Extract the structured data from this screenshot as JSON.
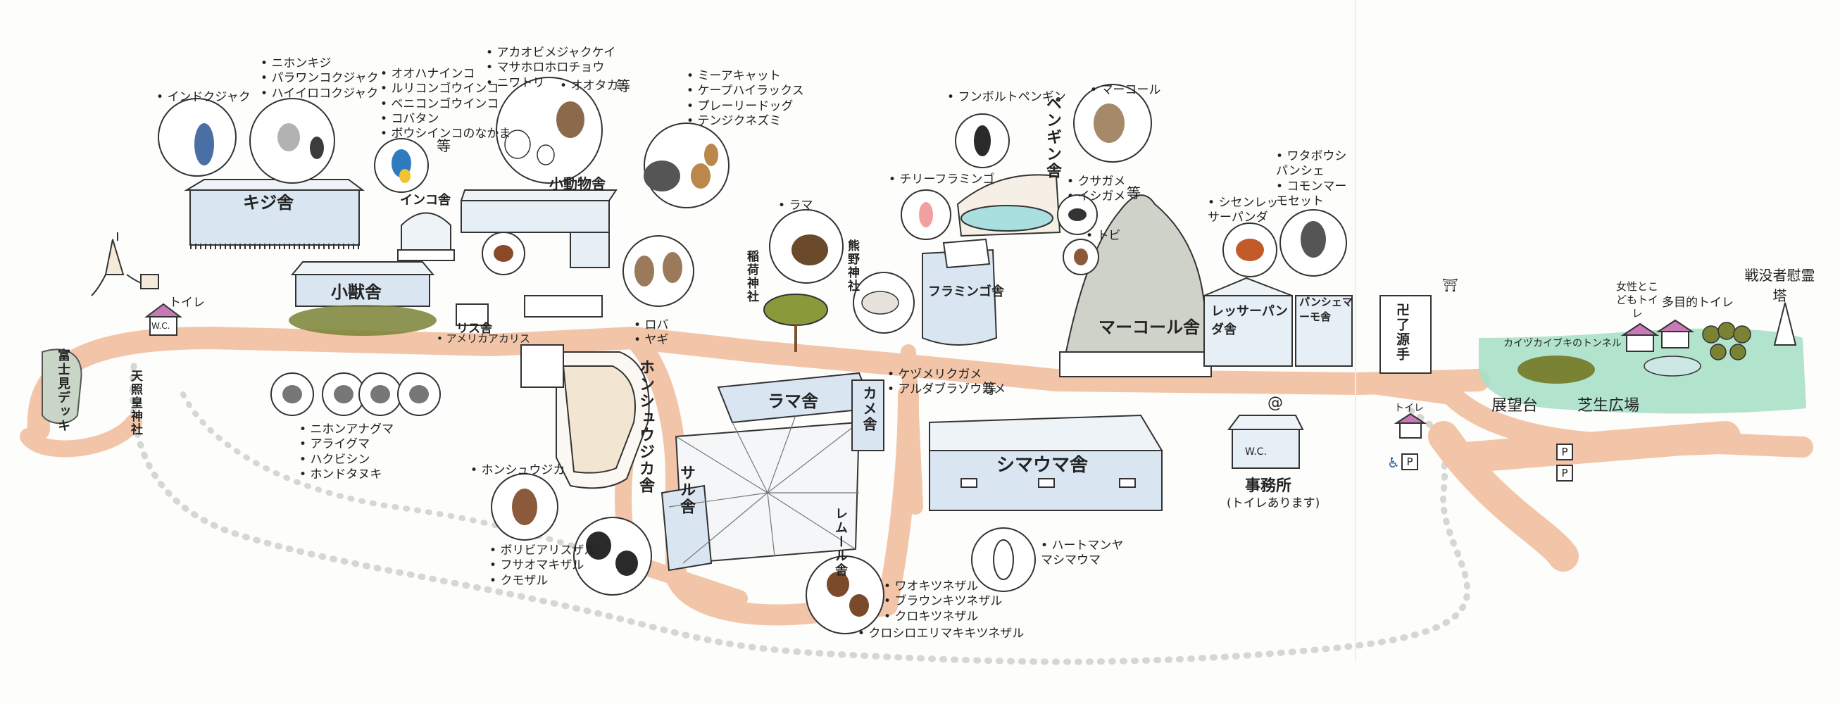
{
  "animal_groups": {
    "peacock": [
      "インドクジャク"
    ],
    "pheasants": [
      "ニホンキジ",
      "パラワンコクジャク",
      "ハイイロコクジャク"
    ],
    "parrots": [
      "オオハナインコ",
      "ルリコンゴウインコ",
      "ベニコンゴウインコ",
      "コバタン",
      "ボウシインコのなかま"
    ],
    "parrots_suffix": "等",
    "birds": [
      "アカオビメジャクケイ",
      "マサホロホロチョウ",
      "ニワトリ",
      "オオタカ"
    ],
    "birds_suffix": "等",
    "small_animals": [
      "ミーアキャット",
      "ケープハイラックス",
      "プレーリードッグ",
      "テンジクネズミ"
    ],
    "penguin": [
      "フンボルトペンギン"
    ],
    "markhor": [
      "マーコール"
    ],
    "flamingo": [
      "チリーフラミンゴ"
    ],
    "llama": [
      "ラマ"
    ],
    "donkey": [
      "ロバ",
      "ヤギ"
    ],
    "penguin_neighbors": [
      "ケヅメリクガメ",
      "アルダブラゾウガメ"
    ],
    "penguin_neighbors_suffix": "等",
    "tortoises": [
      "クサガメ",
      "イシガメ"
    ],
    "tortoises_suffix": "等",
    "kite": "トビ",
    "marmoset": [
      "ワタボウシパンシェ",
      "コモンマーモセット"
    ],
    "red_panda": [
      "シセンレッサーパンダ"
    ],
    "raccoon_dogs": [
      "ニホンアナグマ",
      "アライグマ",
      "ハクビシン",
      "ホンドタヌキ"
    ],
    "deer": [
      "ホンシュウジカ"
    ],
    "monkeys": [
      "ボリビアリスザル",
      "フサオマキザル",
      "クモザル"
    ],
    "lemurs": [
      "ワオキツネザル",
      "ブラウンキツネザル",
      "クロキツネザル",
      "クロシロエリマキキツネザル"
    ],
    "zebra": [
      "ハートマンヤマシマウマ"
    ],
    "squirrel": "アメリカアカリス"
  },
  "buildings": {
    "kiji": "キジ舎",
    "inko": "インコ舎",
    "shoudoubutsu": "小動物舎",
    "shoujuu": "小獣舎",
    "risu": "リス舎",
    "honshuujika": "ホンシュウジカ舎",
    "rama": "ラマ舎",
    "kame": "カメ舎",
    "saru": "サル舎",
    "remur": "レムール舎",
    "flamingo": "フラミンゴ舎",
    "penguin": "ペンギン舎",
    "markhor": "マーコール舎",
    "red_panda": "レッサーパンダ舎",
    "marmoset": "パンシェマーモ舎",
    "shimauma": "シマウマ舎",
    "office": "事務所",
    "office_note": "(トイレあります)",
    "office_wc": "W.C."
  },
  "places": {
    "fujimi_deck": "富士見デッキ",
    "tenshou_shrine": "天照皇神社",
    "kumano_shrine": "熊野神社",
    "inari_shrine": "稲荷神社",
    "toilet": "トイレ",
    "toilet_wc": "W.C.",
    "genshu": "卍了源手",
    "tunnel": "カイヅカイブキのトンネル",
    "observatory": "展望台",
    "lawn": "芝生広場",
    "kids_toilet": "女性とこどもトイレ",
    "multi_toilet": "多目的トイレ",
    "memorial": "戦没者慰霊塔",
    "parking": "P"
  },
  "colors": {
    "path": "#f2c5a8",
    "building_fill": "#d9e6f2",
    "water": "#aadfe0",
    "lawn": "#a9e0c8",
    "bush": "#7a8234",
    "rock": "#cfd2c8",
    "trail_dots": "#d4d7d4",
    "toilet_roof": "#c77ab6"
  },
  "icons": [
    "crane-icon",
    "playground-slide-icon",
    "toilet-house-icon",
    "parking-icon",
    "wheelchair-icon",
    "torii-icon"
  ]
}
